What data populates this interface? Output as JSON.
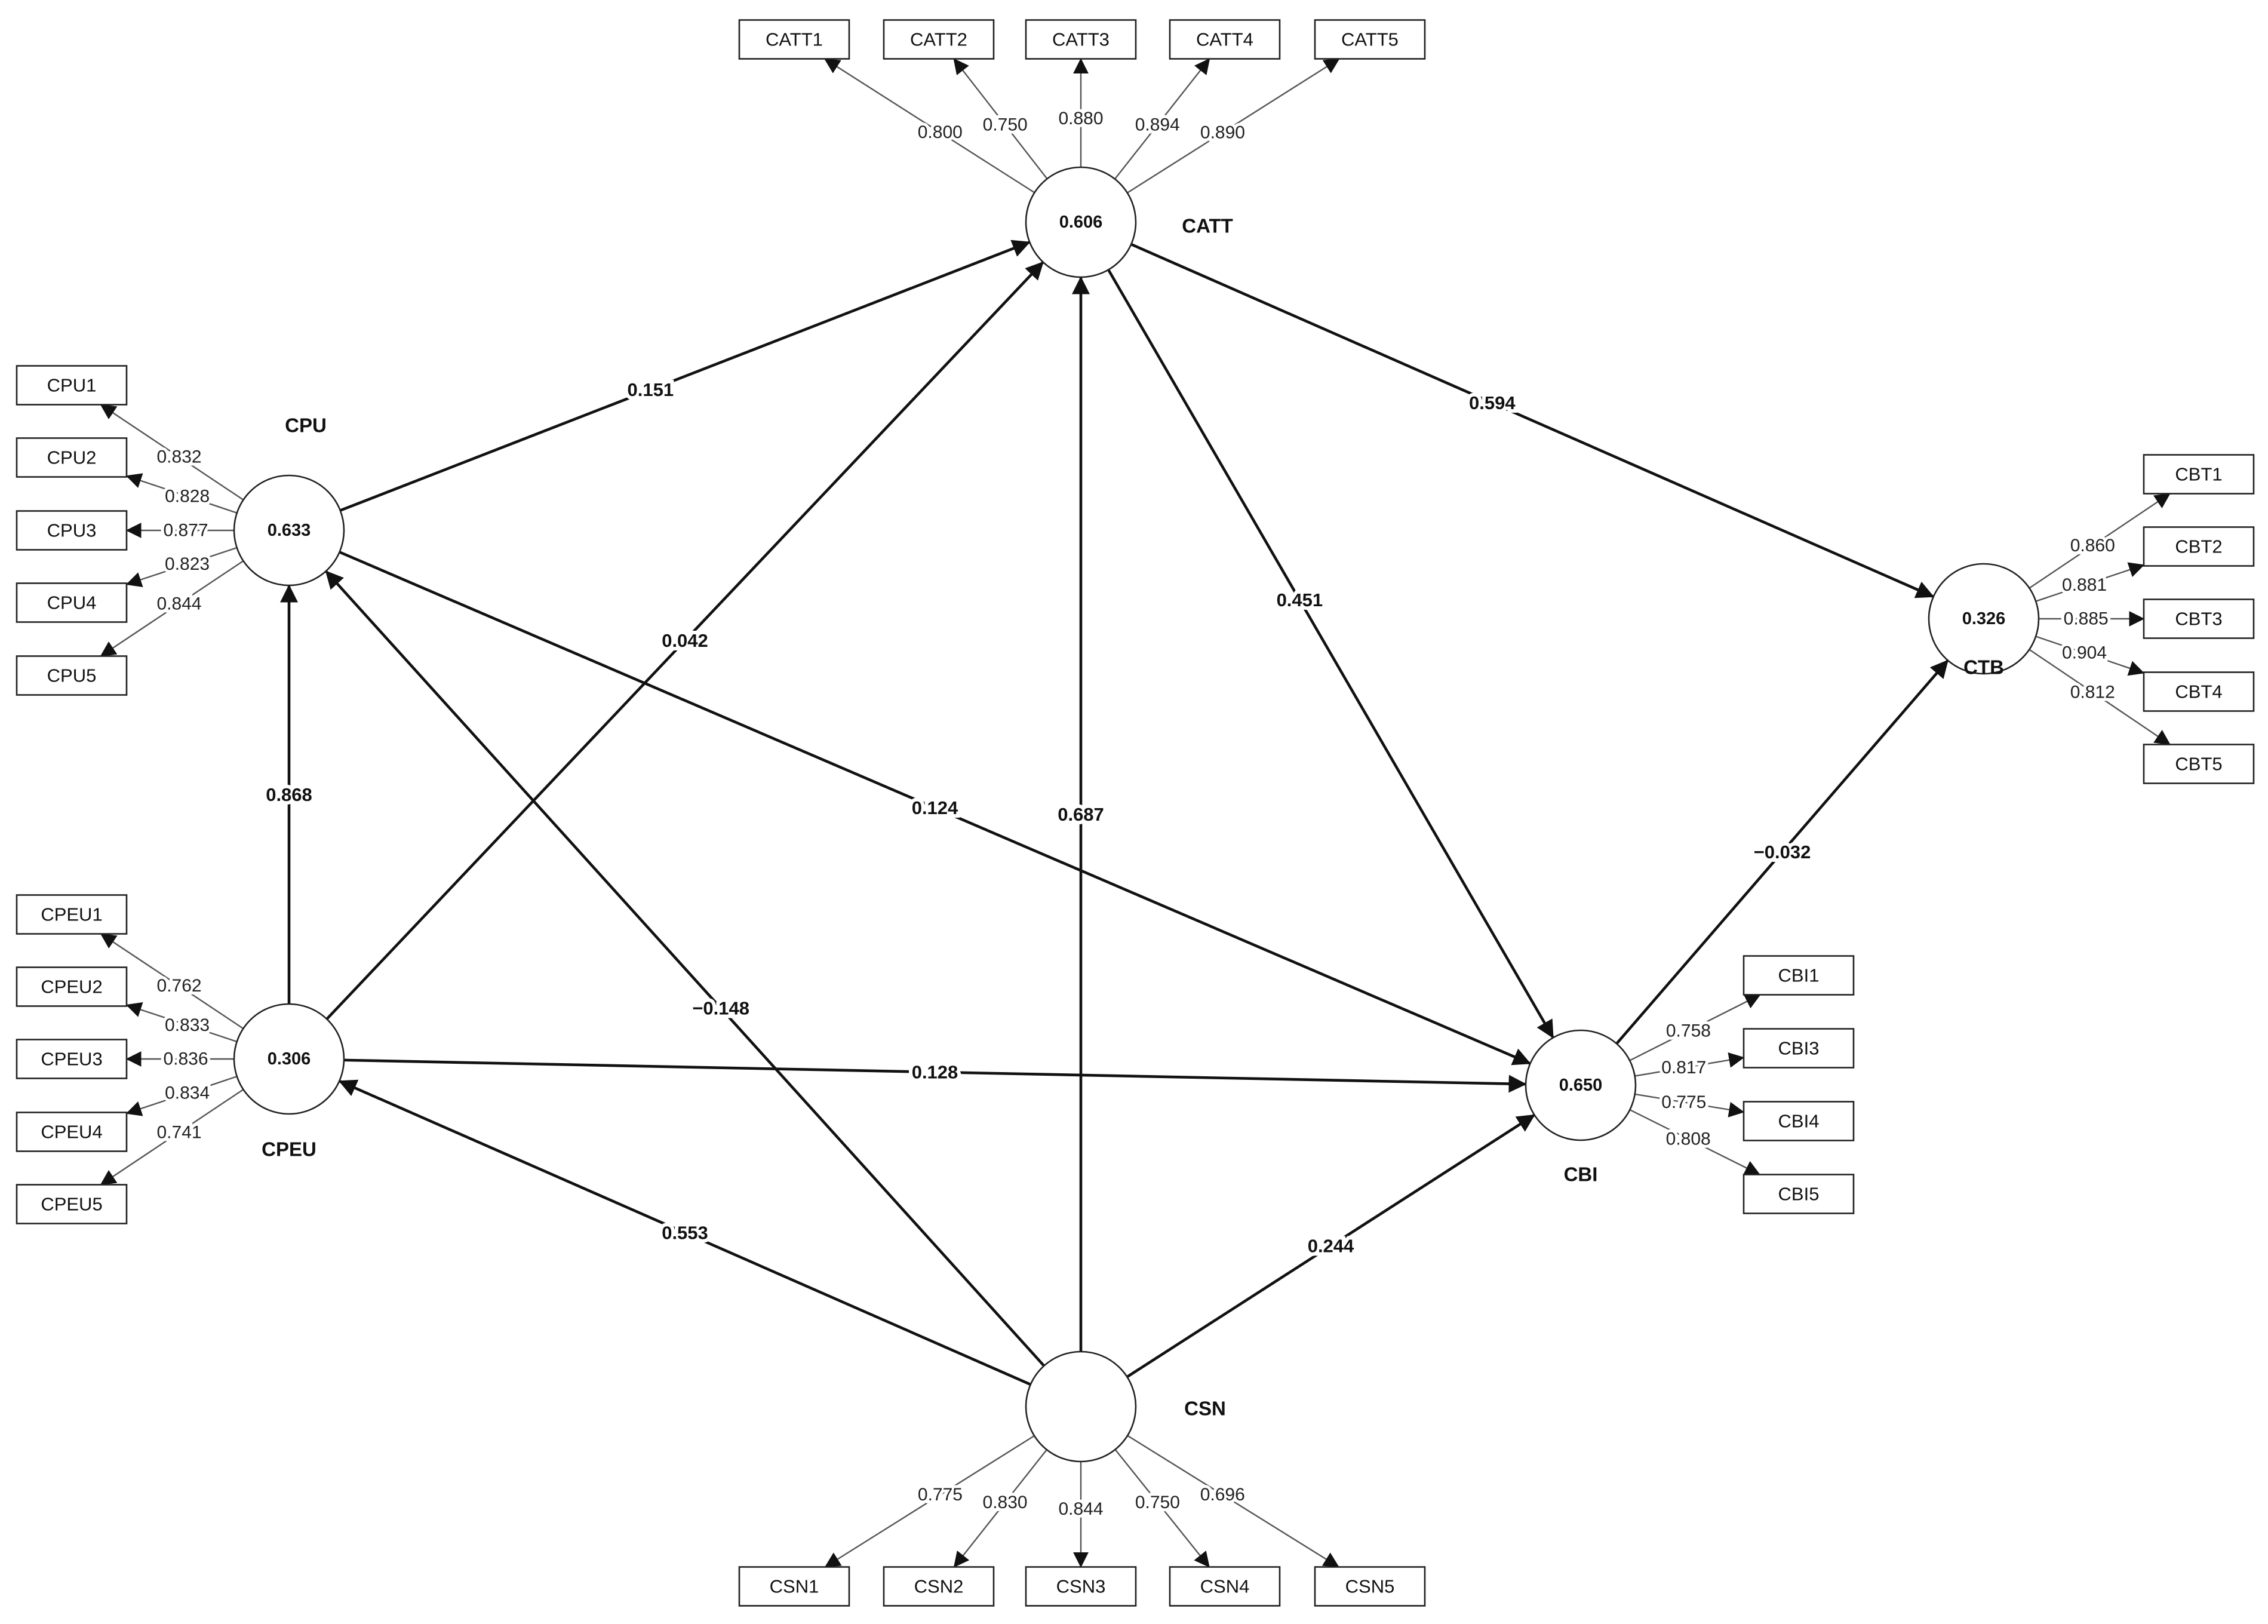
{
  "constructs": [
    {
      "id": "CATT",
      "name": "CATT",
      "value": "0.606"
    },
    {
      "id": "CPU",
      "name": "CPU",
      "value": "0.633"
    },
    {
      "id": "CPEU",
      "name": "CPEU",
      "value": "0.306"
    },
    {
      "id": "CTB",
      "name": "CTB",
      "value": "0.326"
    },
    {
      "id": "CBI",
      "name": "CBI",
      "value": "0.650"
    },
    {
      "id": "CSN",
      "name": "CSN",
      "value": ""
    }
  ],
  "indicators": [
    {
      "label": "CATT1",
      "construct": "CATT",
      "loading": "0.800"
    },
    {
      "label": "CATT2",
      "construct": "CATT",
      "loading": "0.750"
    },
    {
      "label": "CATT3",
      "construct": "CATT",
      "loading": "0.880"
    },
    {
      "label": "CATT4",
      "construct": "CATT",
      "loading": "0.894"
    },
    {
      "label": "CATT5",
      "construct": "CATT",
      "loading": "0.890"
    },
    {
      "label": "CPU1",
      "construct": "CPU",
      "loading": "0.832"
    },
    {
      "label": "CPU2",
      "construct": "CPU",
      "loading": "0.828"
    },
    {
      "label": "CPU3",
      "construct": "CPU",
      "loading": "0.877"
    },
    {
      "label": "CPU4",
      "construct": "CPU",
      "loading": "0.823"
    },
    {
      "label": "CPU5",
      "construct": "CPU",
      "loading": "0.844"
    },
    {
      "label": "CPEU1",
      "construct": "CPEU",
      "loading": "0.762"
    },
    {
      "label": "CPEU2",
      "construct": "CPEU",
      "loading": "0.833"
    },
    {
      "label": "CPEU3",
      "construct": "CPEU",
      "loading": "0.836"
    },
    {
      "label": "CPEU4",
      "construct": "CPEU",
      "loading": "0.834"
    },
    {
      "label": "CPEU5",
      "construct": "CPEU",
      "loading": "0.741"
    },
    {
      "label": "CBT1",
      "construct": "CTB",
      "loading": "0.860"
    },
    {
      "label": "CBT2",
      "construct": "CTB",
      "loading": "0.881"
    },
    {
      "label": "CBT3",
      "construct": "CTB",
      "loading": "0.885"
    },
    {
      "label": "CBT4",
      "construct": "CTB",
      "loading": "0.904"
    },
    {
      "label": "CBT5",
      "construct": "CTB",
      "loading": "0.812"
    },
    {
      "label": "CBI1",
      "construct": "CBI",
      "loading": "0.758"
    },
    {
      "label": "CBI3",
      "construct": "CBI",
      "loading": "0.817"
    },
    {
      "label": "CBI4",
      "construct": "CBI",
      "loading": "0.775"
    },
    {
      "label": "CBI5",
      "construct": "CBI",
      "loading": "0.808"
    },
    {
      "label": "CSN1",
      "construct": "CSN",
      "loading": "0.775"
    },
    {
      "label": "CSN2",
      "construct": "CSN",
      "loading": "0.830"
    },
    {
      "label": "CSN3",
      "construct": "CSN",
      "loading": "0.844"
    },
    {
      "label": "CSN4",
      "construct": "CSN",
      "loading": "0.750"
    },
    {
      "label": "CSN5",
      "construct": "CSN",
      "loading": "0.696"
    }
  ],
  "paths": [
    {
      "from": "CPU",
      "to": "CATT",
      "coefficient": "0.151"
    },
    {
      "from": "CPEU",
      "to": "CATT",
      "coefficient": "0.042"
    },
    {
      "from": "CSN",
      "to": "CATT",
      "coefficient": "0.687"
    },
    {
      "from": "CATT",
      "to": "CTB",
      "coefficient": "0.594"
    },
    {
      "from": "CATT",
      "to": "CBI",
      "coefficient": "0.451"
    },
    {
      "from": "CPEU",
      "to": "CPU",
      "coefficient": "0.868"
    },
    {
      "from": "CPU",
      "to": "CBI",
      "coefficient": "0.124"
    },
    {
      "from": "CSN",
      "to": "CPU",
      "coefficient": "−0.148"
    },
    {
      "from": "CPEU",
      "to": "CBI",
      "coefficient": "0.128"
    },
    {
      "from": "CSN",
      "to": "CPEU",
      "coefficient": "0.553"
    },
    {
      "from": "CSN",
      "to": "CBI",
      "coefficient": "0.244"
    },
    {
      "from": "CBI",
      "to": "CTB",
      "coefficient": "−0.032"
    }
  ]
}
